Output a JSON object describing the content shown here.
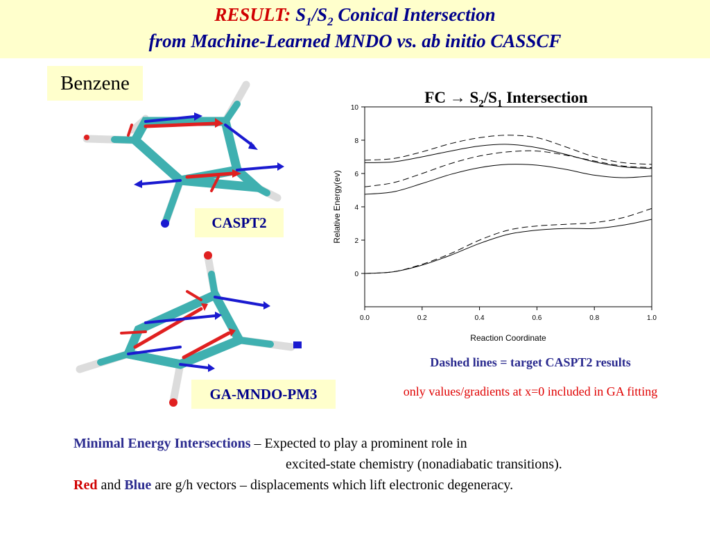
{
  "header": {
    "result_label": "RESULT:",
    "title_s1": "S",
    "title_sub1": "1",
    "title_slash": "/S",
    "title_sub2": "2",
    "title_rest": " Conical Intersection",
    "subtitle": "from Machine-Learned MNDO vs. ab initio CASSCF"
  },
  "labels": {
    "benzene": "Benzene",
    "caspt2": "CASPT2",
    "gamndo": "GA-MNDO-PM3"
  },
  "chart_title": {
    "prefix": "FC ",
    "arrow": "→",
    "s": " S",
    "sub2": "2",
    "slash": "/S",
    "sub1": "1",
    "suffix": " Intersection"
  },
  "chart_data": {
    "type": "line",
    "xlabel": "Reaction Coordinate",
    "ylabel": "Relative Energy(ev)",
    "xlim": [
      0.0,
      1.0
    ],
    "ylim": [
      -2,
      10
    ],
    "xticks": [
      "0.0",
      "0.2",
      "0.4",
      "0.6",
      "0.8",
      "1.0"
    ],
    "yticks": [
      "0",
      "2",
      "4",
      "6",
      "8",
      "10"
    ],
    "x": [
      0.0,
      0.1,
      0.2,
      0.3,
      0.4,
      0.5,
      0.6,
      0.7,
      0.8,
      0.9,
      1.0
    ],
    "series": [
      {
        "style": "solid",
        "values": [
          0.0,
          0.1,
          0.5,
          1.1,
          1.8,
          2.35,
          2.6,
          2.7,
          2.7,
          2.9,
          3.25
        ]
      },
      {
        "style": "dashed",
        "values": [
          0.0,
          0.1,
          0.55,
          1.2,
          2.0,
          2.6,
          2.85,
          2.95,
          3.05,
          3.35,
          3.9
        ]
      },
      {
        "style": "solid",
        "values": [
          4.75,
          4.9,
          5.4,
          5.95,
          6.35,
          6.55,
          6.5,
          6.25,
          5.9,
          5.75,
          5.85
        ]
      },
      {
        "style": "dashed",
        "values": [
          5.2,
          5.45,
          6.0,
          6.6,
          7.05,
          7.3,
          7.35,
          7.1,
          6.75,
          6.45,
          6.35
        ]
      },
      {
        "style": "solid",
        "values": [
          6.65,
          6.7,
          7.0,
          7.35,
          7.65,
          7.75,
          7.55,
          7.15,
          6.7,
          6.4,
          6.3
        ]
      },
      {
        "style": "dashed",
        "values": [
          6.8,
          6.9,
          7.3,
          7.8,
          8.15,
          8.3,
          8.15,
          7.6,
          7.0,
          6.65,
          6.55
        ]
      }
    ]
  },
  "notes": {
    "dashed": "Dashed lines = target CASPT2 results",
    "ga": "only values/gradients at x=0 included in GA fitting"
  },
  "footer": {
    "mei_label": "Minimal Energy Intersections",
    "mei_text1": " – Expected to play a prominent role in",
    "mei_text2": "excited-state  chemistry (nonadiabatic transitions).",
    "red": "Red",
    "and": " and ",
    "blue": "Blue",
    "gh_text": " are g/h vectors – displacements which lift electronic degeneracy."
  },
  "colors": {
    "header_bg": "#ffffcc",
    "title_red": "#d00000",
    "title_blue": "#00008b",
    "bond_teal": "#3fb0b0",
    "vector_red": "#e02020",
    "vector_blue": "#1a1ad0",
    "hydrogen": "#e8e8e8"
  }
}
